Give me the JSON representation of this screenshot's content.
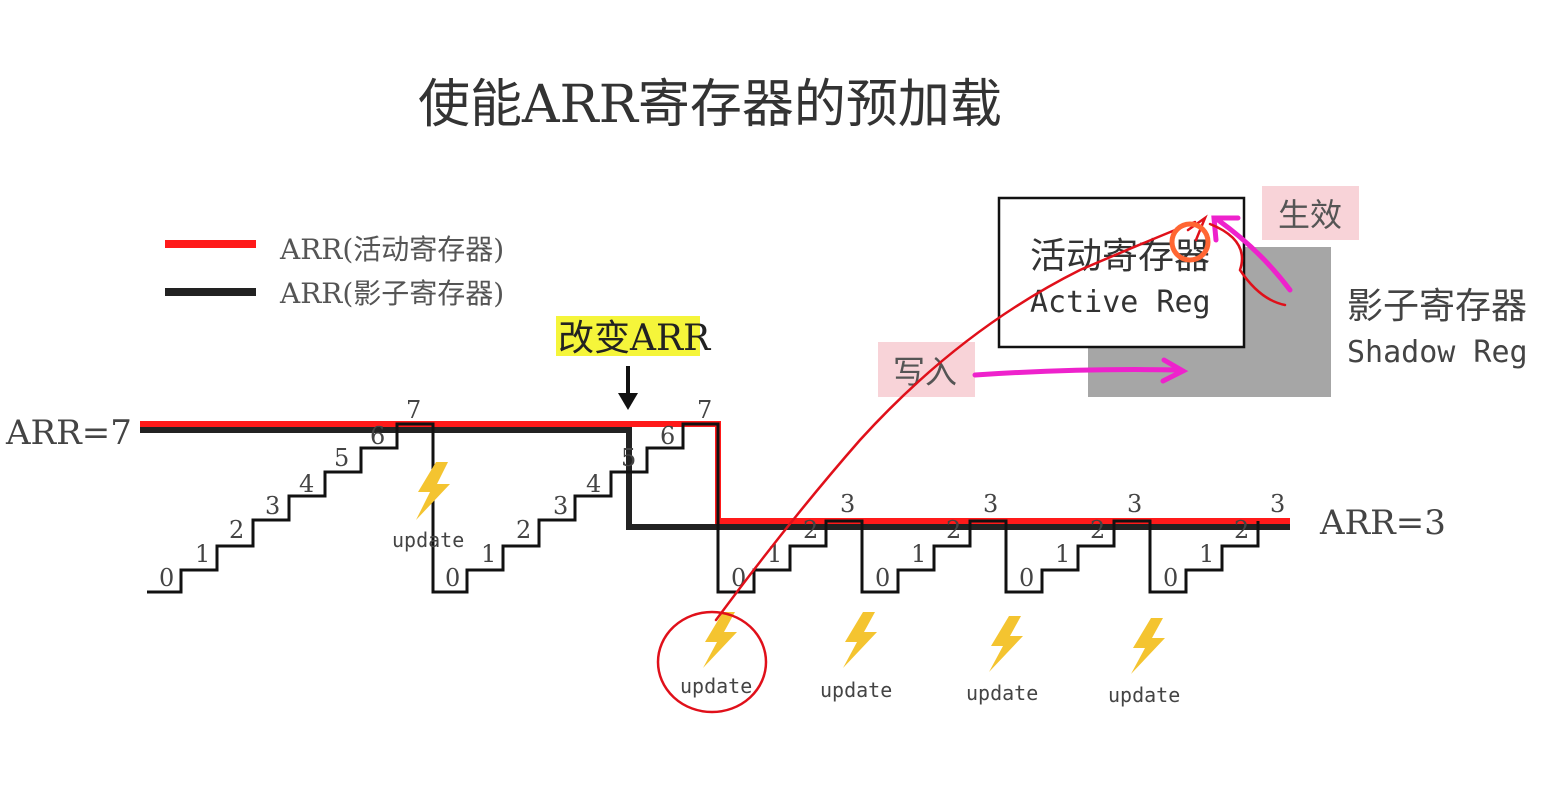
{
  "title": "使能ARR寄存器的预加载",
  "legend": [
    {
      "label": "ARR(活动寄存器)",
      "color": "#ff1a1a"
    },
    {
      "label": "ARR(影子寄存器)",
      "color": "#222222"
    }
  ],
  "change_label": "改变ARR",
  "arr_left": "ARR=7",
  "arr_right": "ARR=3",
  "counter_labels": [
    "0",
    "1",
    "2",
    "3",
    "4",
    "5",
    "6",
    "7",
    "0",
    "1",
    "2",
    "3",
    "4",
    "5",
    "6",
    "7",
    "0",
    "1",
    "2",
    "3",
    "0",
    "1",
    "2",
    "3",
    "0",
    "1",
    "2",
    "3",
    "0",
    "1",
    "2",
    "3"
  ],
  "update_label": "update",
  "active_box": {
    "line1": "活动寄存器",
    "line2": "Active Reg"
  },
  "shadow": {
    "line1": "影子寄存器",
    "line2": "Shadow Reg"
  },
  "write_label": "写入",
  "effect_label": "生效",
  "colors": {
    "active": "#ff1a1a",
    "shadow": "#222222",
    "annotation": "#e0101a",
    "magenta": "#ee22cc",
    "highlight": "#f5f53a",
    "pinkbox": "#f8d3d8",
    "lightning": "#f4c430",
    "grey": "#a6a6a6"
  }
}
